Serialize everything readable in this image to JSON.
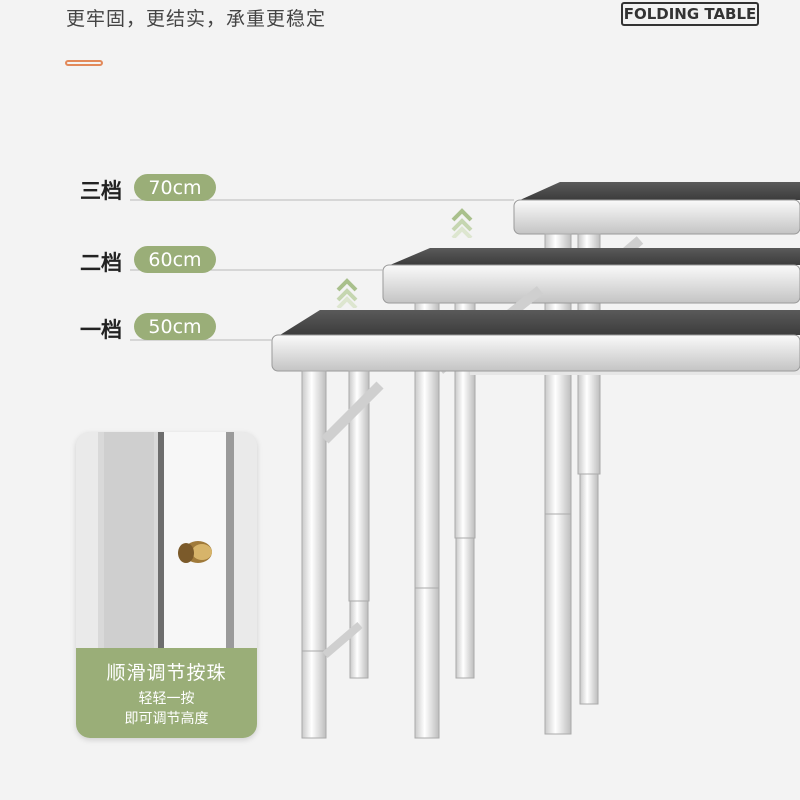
{
  "headline": "更牢固，更结实，承重更稳定",
  "brand": "FOLDING TABLE",
  "levels": [
    {
      "label": "三档",
      "height": "70cm"
    },
    {
      "label": "二档",
      "height": "60cm"
    },
    {
      "label": "一档",
      "height": "50cm"
    }
  ],
  "detail": {
    "title": "顺滑调节按珠",
    "subtitle_line1": "轻轻一按",
    "subtitle_line2": "即可调节高度"
  },
  "colors": {
    "accent_green": "#9aae78",
    "accent_orange": "#e2895a",
    "background": "#f3f3f3"
  },
  "icons": [
    "double-chevron-up-icon",
    "double-chevron-up-icon"
  ]
}
